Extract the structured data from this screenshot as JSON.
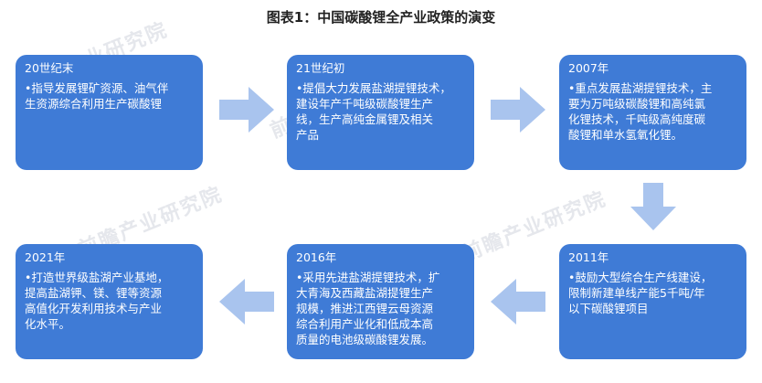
{
  "title": "图表1：中国碳酸锂全产业政策的演变",
  "watermark": "前瞻产业研究院",
  "boxes": [
    {
      "year": "20世纪末",
      "desc": "•指导发展锂矿资源、油气伴\n生资源综合利用生产碳酸锂"
    },
    {
      "year": "21世纪初",
      "desc": "•提倡大力发展盐湖提锂技术，\n建设年产千吨级碳酸锂生产\n线，生产高纯金属锂及相关\n产品"
    },
    {
      "year": "2007年",
      "desc": "•重点发展盐湖提锂技术，主\n要为万吨级碳酸锂和高纯氯\n化锂技术，千吨级高纯度碳\n酸锂和单水氢氧化锂。"
    },
    {
      "year": "2011年",
      "desc": "•鼓励大型综合生产线建设，\n限制新建单线产能5千吨/年\n以下碳酸锂项目"
    },
    {
      "year": "2016年",
      "desc": "•采用先进盐湖提锂技术，扩\n大青海及西藏盐湖提锂生产\n规模，推进江西锂云母资源\n综合利用产业化和低成本高\n质量的电池级碳酸锂发展。"
    },
    {
      "year": "2021年",
      "desc": "•打造世界级盐湖产业基地，\n提高盐湖钾、镁、锂等资源\n高值化开发利用技术与产业\n化水平。"
    }
  ],
  "colors": {
    "box": "#3f7bd6",
    "arrow": "#a9c4ee"
  }
}
